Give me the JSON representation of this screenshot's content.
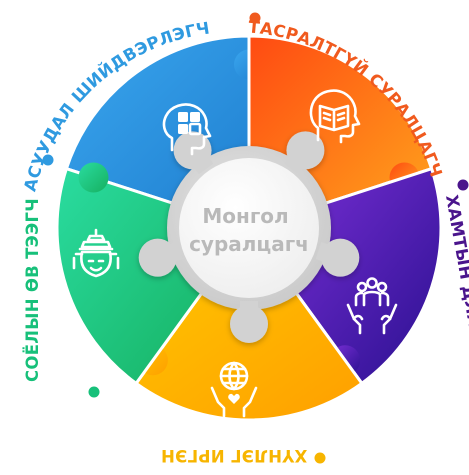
{
  "center": {
    "line1": "Монгол",
    "line2": "суралцагч"
  },
  "segments": [
    {
      "id": "problem-solver",
      "label": "АСУУДАЛ ШИЙДВЭРЛЭГЧ",
      "color": "#2f9ae0",
      "dot_color": "#2f9ae0",
      "icon": "head-puzzle-icon"
    },
    {
      "id": "lifelong-learner",
      "label": "ТАСРАЛТГҮЙ СУРАЛЦАГЧ",
      "color": "#ff6310",
      "dot_color": "#f05a1e",
      "icon": "head-book-icon"
    },
    {
      "id": "collaborative-citizen",
      "label": "ХАМТЫН АЖИЛЛАГААТАЙ ИРГЭН",
      "label_visible": "ХАМТЫН ДЛАГАТАЙ ИРГЭН",
      "color": "#5a1fb5",
      "dot_color": "#4a148c",
      "icon": "group-hands-icon"
    },
    {
      "id": "humane-citizen",
      "label": "ХҮНЛЭГ ИРГЭН",
      "color": "#ffb400",
      "dot_color": "#f7b500",
      "icon": "globe-hands-icon"
    },
    {
      "id": "cultural-heritage",
      "label": "СОЁЛЫН ӨВ ТЭЭГЧ",
      "color": "#1ec98c",
      "dot_color": "#17c07a",
      "icon": "mongol-figure-icon"
    }
  ]
}
